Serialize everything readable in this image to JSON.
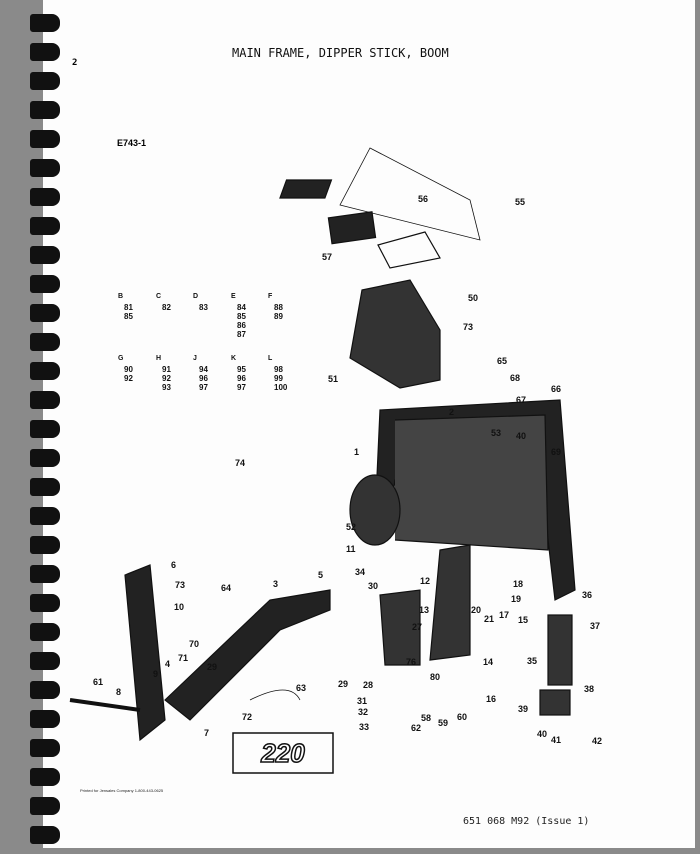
{
  "page_number": "2",
  "title": "MAIN FRAME, DIPPER STICK, BOOM",
  "figure_id": "E743-1",
  "hardware_groups": [
    {
      "letter": "B",
      "parts": [
        "81",
        "85"
      ]
    },
    {
      "letter": "C",
      "parts": [
        "82"
      ]
    },
    {
      "letter": "D",
      "parts": [
        "83"
      ]
    },
    {
      "letter": "E",
      "parts": [
        "84",
        "85",
        "86",
        "87"
      ]
    },
    {
      "letter": "F",
      "parts": [
        "88",
        "89"
      ]
    },
    {
      "letter": "G",
      "parts": [
        "90",
        "92"
      ]
    },
    {
      "letter": "H",
      "parts": [
        "91",
        "92",
        "93"
      ]
    },
    {
      "letter": "J",
      "parts": [
        "94",
        "96",
        "97"
      ]
    },
    {
      "letter": "K",
      "parts": [
        "95",
        "96",
        "97"
      ]
    },
    {
      "letter": "L",
      "parts": [
        "98",
        "99",
        "100"
      ]
    }
  ],
  "callouts": [
    "56",
    "55",
    "57",
    "50",
    "73",
    "51",
    "65",
    "68",
    "67",
    "66",
    "2",
    "53",
    "40",
    "69",
    "1",
    "74",
    "52",
    "11",
    "34",
    "30",
    "12",
    "18",
    "19",
    "17",
    "15",
    "21",
    "20",
    "13",
    "36",
    "37",
    "35",
    "14",
    "27",
    "5",
    "3",
    "6",
    "73",
    "10",
    "64",
    "70",
    "71",
    "29",
    "4",
    "9",
    "29",
    "28",
    "76",
    "80",
    "16",
    "38",
    "63",
    "31",
    "32",
    "33",
    "58",
    "59",
    "60",
    "62",
    "61",
    "8",
    "7",
    "72",
    "39",
    "40",
    "41",
    "42"
  ],
  "decal_text": "220",
  "printed_note": "Printed for Jensales Company 1-800-443-0625",
  "document_number": "651 068 M92 (Issue 1)"
}
